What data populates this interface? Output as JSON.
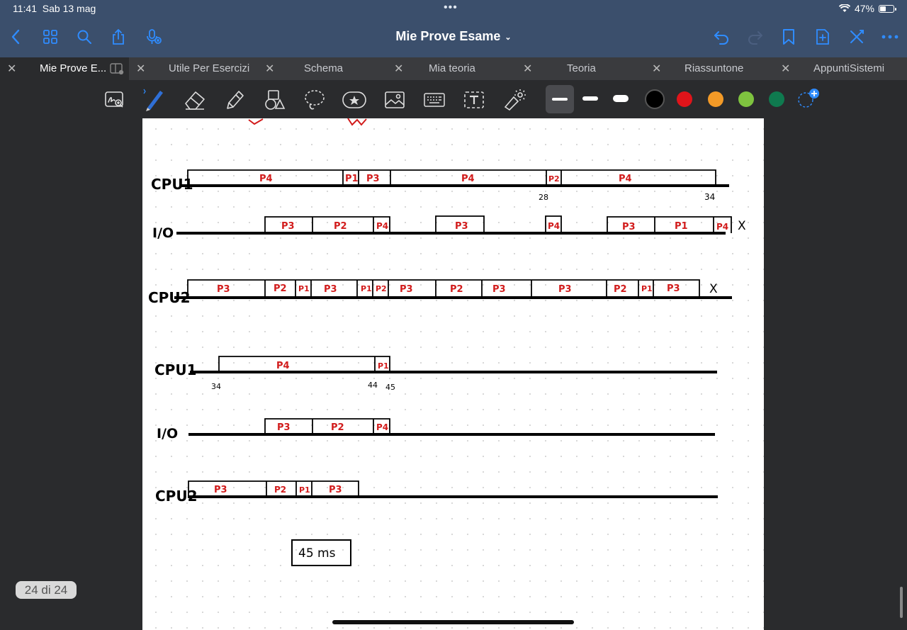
{
  "status_bar": {
    "time": "11:41",
    "date": "Sab 13 mag",
    "battery": "47%",
    "battery_level": 0.47
  },
  "nav": {
    "title": "Mie Prove Esame",
    "buttons": [
      "back-icon",
      "grid-icon",
      "search-icon",
      "share-icon",
      "mic-icon",
      "undo-icon",
      "redo-icon",
      "bookmark-icon",
      "add-page-icon",
      "close-icon",
      "more-icon"
    ]
  },
  "tabs": [
    {
      "label": "Mie Prove E...",
      "active": true
    },
    {
      "label": "Utile Per Esercizi"
    },
    {
      "label": "Schema"
    },
    {
      "label": "Mia teoria"
    },
    {
      "label": "Teoria"
    },
    {
      "label": "Riassuntone"
    },
    {
      "label": "AppuntiSistemi"
    }
  ],
  "toolbar": {
    "tools": [
      "zoom-lasso-icon",
      "pen-icon",
      "eraser-icon",
      "highlighter-icon",
      "shapes-icon",
      "lasso-icon",
      "sticker-icon",
      "image-icon",
      "keyboard-icon",
      "text-icon",
      "laser-icon"
    ],
    "colors": [
      "#000000",
      "#e0141a",
      "#f39a27",
      "#7ec33f",
      "#0f7a4f"
    ]
  },
  "page": {
    "counter": "24 di 24",
    "rows": {
      "cpu1_a": "CPU1",
      "io_a": "I/O",
      "cpu2_a": "CPU2",
      "cpu1_b": "CPU1",
      "io_b": "I/O",
      "cpu2_b": "CPU2"
    },
    "ticks": {
      "t28": "28",
      "t34a": "34",
      "t34b": "34",
      "t44": "44",
      "t45": "45"
    },
    "mark_x": "X",
    "result": "45 ms"
  }
}
